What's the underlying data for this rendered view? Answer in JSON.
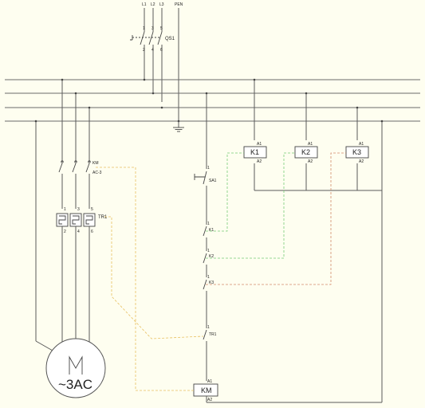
{
  "supply": {
    "l1": "L1",
    "l2": "L2",
    "l3": "L3",
    "pen": "PEN"
  },
  "breaker": {
    "label": "QS1",
    "t1": "1",
    "t2": "3",
    "t3": "5",
    "b1": "2",
    "b2": "4",
    "b3": "6"
  },
  "contactor_main": {
    "label": "KM",
    "category": "AC-3"
  },
  "thermal_relay": {
    "label": "TR1",
    "t1": "1",
    "t2": "3",
    "t3": "5",
    "b1": "2",
    "b2": "4",
    "b3": "6"
  },
  "motor": {
    "label": "~3AC"
  },
  "relays": [
    {
      "name": "K1",
      "a1": "A1",
      "a2": "A2"
    },
    {
      "name": "K2",
      "a1": "A1",
      "a2": "A2"
    },
    {
      "name": "K3",
      "a1": "A1",
      "a2": "A2"
    }
  ],
  "control": {
    "sa1": "SA1",
    "sa1_pin": "1",
    "k1_contact": "K1",
    "k1_pin": "1",
    "k2_contact": "K2",
    "k2_pin": "1",
    "k3_contact": "K3",
    "k3_pin": "1",
    "tr1_contact": "TR1",
    "tr1_pin": "1",
    "coil": {
      "name": "KM",
      "a1": "A1",
      "a2": "A2"
    }
  }
}
